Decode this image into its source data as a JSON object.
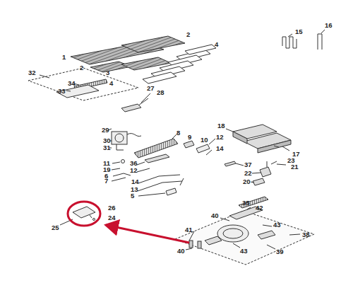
{
  "diagram": {
    "labels": [
      "1",
      "2",
      "2",
      "3",
      "4",
      "4",
      "15",
      "16",
      "32",
      "34",
      "33",
      "27",
      "28",
      "29",
      "30",
      "31",
      "8",
      "9",
      "10",
      "12",
      "14",
      "18",
      "17",
      "23",
      "21",
      "11",
      "36",
      "19",
      "12",
      "6",
      "7",
      "14",
      "13",
      "5",
      "37",
      "22",
      "20",
      "35",
      "42",
      "26",
      "24",
      "25",
      "40",
      "43",
      "41",
      "38",
      "40",
      "43",
      "39"
    ]
  }
}
